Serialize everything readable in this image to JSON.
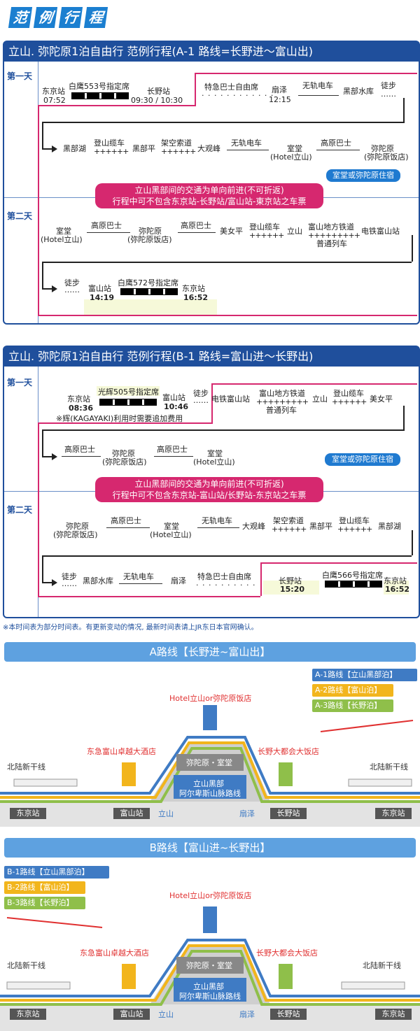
{
  "header": {
    "chars": [
      "范",
      "例",
      "行",
      "程"
    ]
  },
  "common": {
    "day1": "第一天",
    "day2": "第二天",
    "stay": "室堂或弥陀原住宿",
    "notice1": "立山黑部间的交通为单向前进(不可折返)"
  },
  "planA": {
    "title": "立山. 弥陀原1泊自由行 范例行程(A-1 路线=长野进～富山出)",
    "notice2": "行程中可不包含东京站-长野站/富山站-東京站之车票",
    "d1r1": {
      "s1": "东京站",
      "t1": "07:52",
      "train": "白鹰553号指定席",
      "s2": "长野站",
      "t2": "09:30 / 10:30",
      "bus": "特急巴士自由席",
      "s3": "扇泽",
      "t3": "12:15",
      "trolley": "无轨电车",
      "s4": "黑部水库",
      "walk": "徒步",
      "walkdots": "……"
    },
    "d1r2": {
      "s1": "黑部湖",
      "m1": "登山缆车",
      "plus1": "++++++",
      "s2": "黑部平",
      "m2": "架空索道",
      "plus2": "++++++",
      "s3": "大观峰",
      "m3": "无轨电车",
      "s4": "室堂",
      "s4b": "(Hotel立山)",
      "m4": "高原巴士",
      "s5": "弥陀原",
      "s5b": "(弥陀原饭店)"
    },
    "d2r1": {
      "s1": "室堂",
      "s1b": "(Hotel立山)",
      "m1": "高原巴士",
      "s2": "弥陀原",
      "s2b": "(弥陀原饭店)",
      "m2": "高原巴士",
      "s3": "美女平",
      "m3": "登山缆车",
      "plus3": "++++++",
      "s4": "立山",
      "m4": "富山地方铁道",
      "plus4": "+++++++++",
      "m4b": "普通列车",
      "s5": "电铁富山站"
    },
    "d2r2": {
      "walk": "徒步",
      "walkdots": "……",
      "s1": "富山站",
      "t1": "14:19",
      "train": "白鹰572号指定席",
      "s2": "东京站",
      "t2": "16:52"
    }
  },
  "planB": {
    "title": "立山. 弥陀原1泊自由行 范例行程(B-1 路线=富山进～长野出)",
    "notice2": "行程中可不包含东京站-富山站/长野站-东京站之车票",
    "d1r1": {
      "s1": "东京站",
      "t1": "08:36",
      "train": "光辉505号指定席",
      "s2": "富山站",
      "t2": "10:46",
      "walk": "徒步",
      "walkdots": "……",
      "s3": "电铁富山站",
      "m3": "富山地方铁道",
      "plus3": "+++++++++",
      "m3b": "普通列车",
      "s4": "立山",
      "m4": "登山缆车",
      "plus4": "++++++",
      "s5": "美女平",
      "note": "※辉(KAGAYAKI)利用时需要追加费用"
    },
    "d1r2": {
      "m1": "高原巴士",
      "s1": "弥陀原",
      "s1b": "(弥陀原饭店)",
      "m2": "高原巴士",
      "s2": "室堂",
      "s2b": "(Hotel立山)"
    },
    "d2r1": {
      "s1": "弥陀原",
      "s1b": "(弥陀原饭店)",
      "m1": "高原巴士",
      "s2": "室堂",
      "s2b": "(Hotel立山)",
      "m2": "无轨电车",
      "s3": "大观峰",
      "m3": "架空索道",
      "plus3": "++++++",
      "s4": "黑部平",
      "m4": "登山缆车",
      "plus4": "++++++",
      "s5": "黑部湖"
    },
    "d2r2": {
      "walk": "徒步",
      "walkdots": "……",
      "s1": "黑部水库",
      "m1": "无轨电车",
      "s2": "扇泽",
      "m2": "特急巴士自由席",
      "s3": "长野站",
      "t3": "15:20",
      "train": "白鹰566号指定席",
      "s4": "东京站",
      "t4": "16:52"
    }
  },
  "disclaimer": "※本时间表为部分时间表。有更新变动的情况, 最新时间表请上JR东日本官网确认。",
  "mapA": {
    "banner": "A路线【长野进~富山出】",
    "legend": [
      "A-1路线【立山黑部泊】",
      "A-2路线【富山泊】",
      "A-3路线【长野泊】"
    ],
    "hotel_top": "Hotel立山or弥陀原饭店",
    "hotel_left": "东急富山卓越大酒店",
    "hotel_right": "长野大都会大饭店",
    "shinkansen_left": "北陆新干线",
    "shinkansen_right": "北陆新干线",
    "inner": "弥陀原・室堂",
    "alpine": [
      "立山黑部",
      "阿尔卑斯山脉路线"
    ],
    "st": [
      "东京站",
      "富山站",
      "立山",
      "扇泽",
      "长野站",
      "东京站"
    ]
  },
  "mapB": {
    "banner": "B路线【富山进~长野出】",
    "legend": [
      "B-1路线【立山黑部泊】",
      "B-2路线【富山泊】",
      "B-3路线【长野泊】"
    ],
    "hotel_top": "Hotel立山or弥陀原饭店",
    "hotel_left": "东急富山卓越大酒店",
    "hotel_right": "长野大都会大饭店",
    "shinkansen_left": "北陆新干线",
    "shinkansen_right": "北陆新干线",
    "inner": "弥陀原・室堂",
    "alpine": [
      "立山黑部",
      "阿尔卑斯山脉路线"
    ],
    "st": [
      "东京站",
      "富山站",
      "立山",
      "扇泽",
      "长野站",
      "东京站"
    ]
  },
  "colors": {
    "blue": "#3f7bc4",
    "yellow": "#f2b51c",
    "green": "#8fbf4a",
    "pink": "#d6286f",
    "navy": "#1f4f9c"
  }
}
